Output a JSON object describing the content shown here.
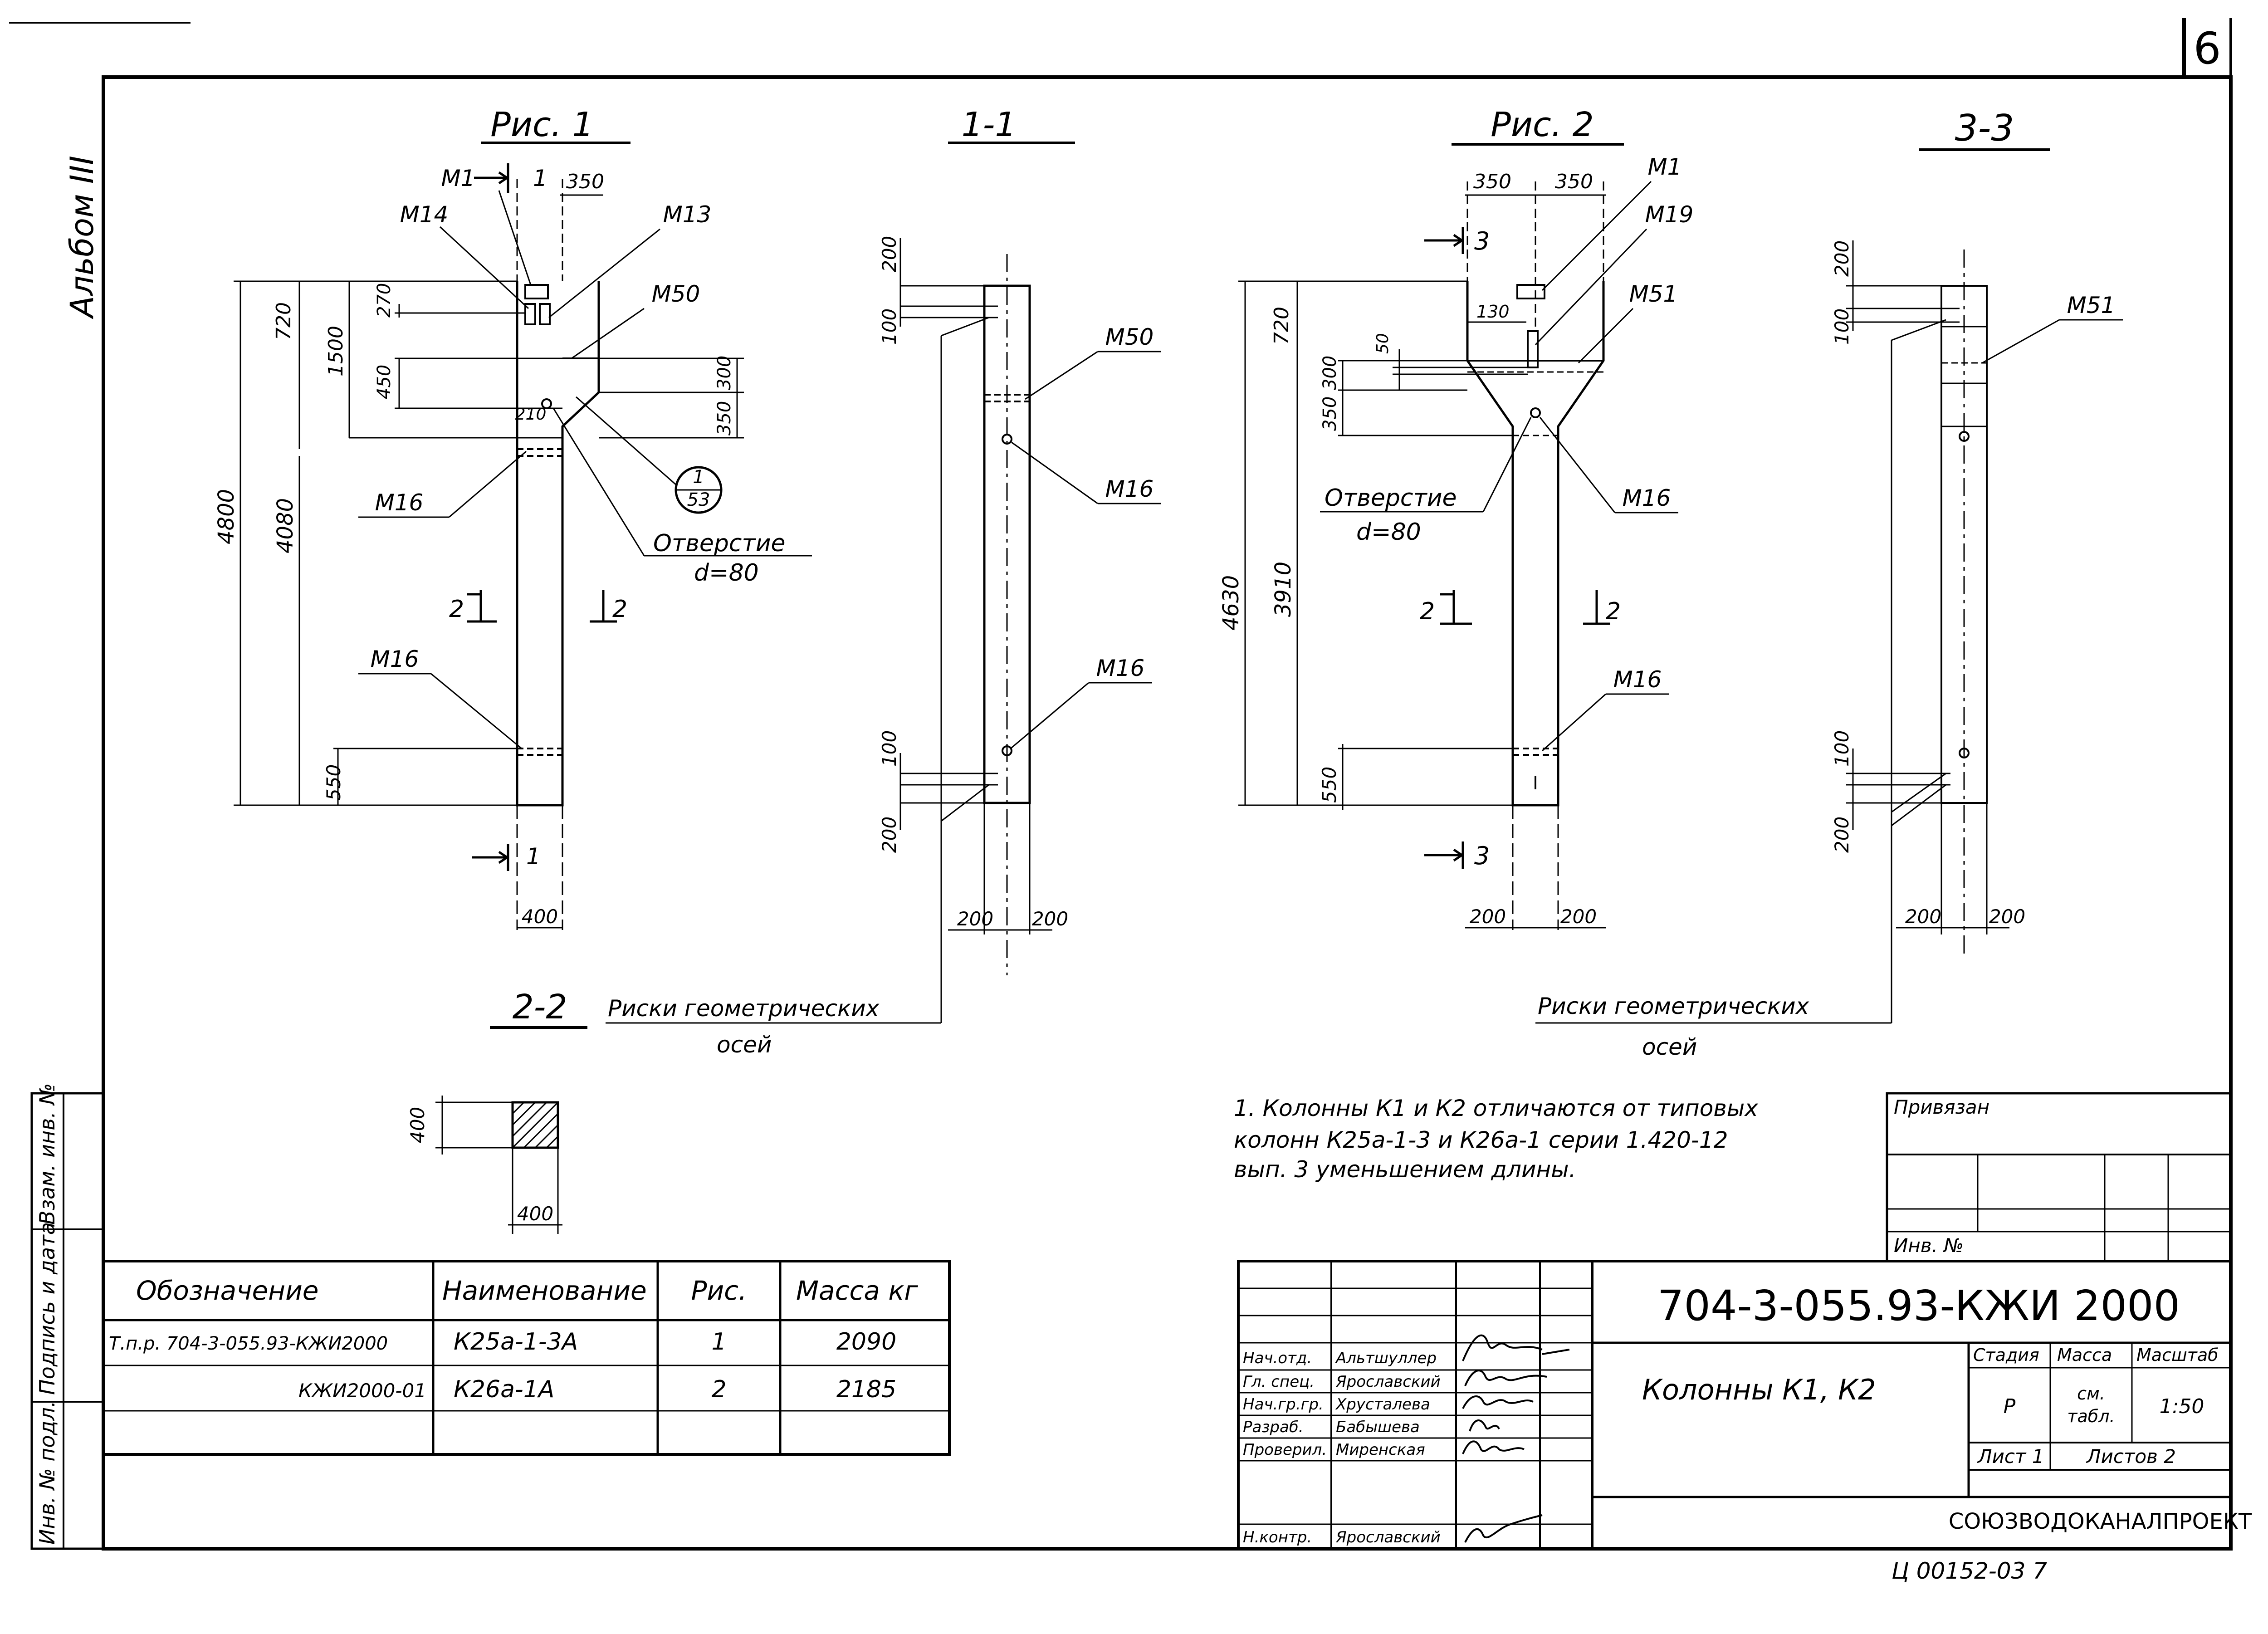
{
  "sheet_no": "6",
  "album": "Альбом III",
  "fig1": {
    "title": "Рис. 1",
    "sections": {
      "s11": "1-1",
      "s22": "2-2",
      "cut": "1",
      "cut2": "2"
    },
    "marks": {
      "m1": "М1",
      "m13": "М13",
      "m14": "М14",
      "m50": "М50",
      "m16": "М16"
    },
    "dims": {
      "top": "350",
      "h4800": "4800",
      "h4080": "4080",
      "h1500": "1500",
      "h720": "720",
      "h270": "270",
      "h450": "450",
      "h300": "300",
      "h350": "350",
      "h210": "210",
      "h550": "550",
      "w400": "400",
      "s200a": "200",
      "s100a": "100",
      "s100b": "100",
      "s200b": "200",
      "w200a": "200",
      "w200b": "200",
      "sq400v": "400",
      "sq400h": "400"
    },
    "callout": {
      "num": "1",
      "den": "53"
    },
    "hole": {
      "label": "Отверстие",
      "dia": "d=80"
    },
    "axes": {
      "l1": "Риски геометрических",
      "l2": "осей"
    }
  },
  "fig2": {
    "title": "Рис. 2",
    "section": "3-3",
    "cut": "3",
    "cut2": "2",
    "marks": {
      "m1": "М1",
      "m19": "М19",
      "m51": "М51",
      "m16": "М16"
    },
    "dims": {
      "w350a": "350",
      "w350b": "350",
      "h130": "130",
      "h50": "50",
      "h720": "720",
      "h300": "300",
      "h350": "350",
      "h4630": "4630",
      "h3910": "3910",
      "h550": "550",
      "w200a": "200",
      "w200b": "200",
      "s200a": "200",
      "s100a": "100",
      "s100b": "100",
      "s200b": "200",
      "w200c": "200",
      "w200d": "200"
    },
    "hole": {
      "label": "Отверстие",
      "dia": "d=80"
    },
    "axes": {
      "l1": "Риски геометрических",
      "l2": "осей"
    }
  },
  "note": {
    "line1": "1. Колонны К1 и К2 отличаются от типовых",
    "line2": "колонн К25а-1-3 и К26а-1 серии 1.420-12",
    "line3": "вып. 3 уменьшением длины."
  },
  "spec_table": {
    "headers": [
      "Обозначение",
      "Наименование",
      "Рис.",
      "Масса кг"
    ],
    "rows": [
      [
        "Т.п.р. 704-3-055.93-КЖИ2000",
        "К25а-1-3А",
        "1",
        "2090"
      ],
      [
        "КЖИ2000-01",
        "К26а-1А",
        "2",
        "2185"
      ]
    ]
  },
  "stamp": {
    "privyazan": "Привязан",
    "inv_no": "Инв. №",
    "code": "704-3-055.93-КЖИ 2000",
    "title": "Колонны К1, К2",
    "stage_h": "Стадия",
    "mass_h": "Масса",
    "scale_h": "Масштаб",
    "stage": "Р",
    "mass1": "см.",
    "mass2": "табл.",
    "scale": "1:50",
    "sheet": "Лист 1",
    "sheets": "Листов 2",
    "org": "СОЮЗВОДОКАНАЛПРОЕКТ",
    "roles": [
      {
        "role": "Нач.отд.",
        "name": "Альтшуллер"
      },
      {
        "role": "Гл. спец.",
        "name": "Ярославский"
      },
      {
        "role": "Нач.гр.гр.",
        "name": "Хрусталева"
      },
      {
        "role": "Разраб.",
        "name": "Бабышева"
      },
      {
        "role": "Проверил.",
        "name": "Миренская"
      },
      {
        "role": "Н.контр.",
        "name": "Ярославский"
      }
    ]
  },
  "left_strip": {
    "a": "Взам. инв. №",
    "b": "Подпись и дата",
    "c": "Инв. № подл."
  },
  "footer_code": "Ц 00152-03   7"
}
